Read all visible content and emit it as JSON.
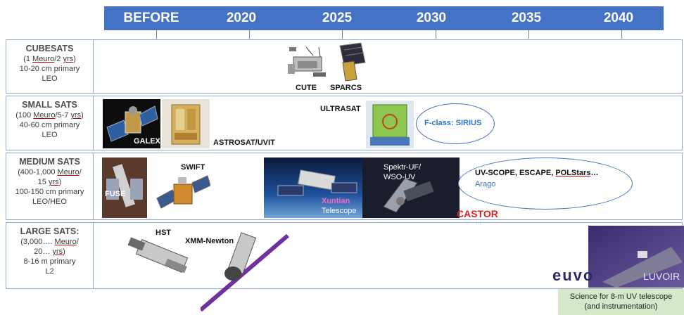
{
  "timeline": {
    "eras": [
      "BEFORE",
      "2020",
      "2025",
      "2030",
      "2035",
      "2040"
    ],
    "color": "#4472c4"
  },
  "rows": {
    "cubesats": {
      "title": "CUBESATS",
      "l1": "(1 ",
      "u1": "Meuro",
      "m1": "/2 ",
      "u2": "yrs",
      "e1": ")",
      "l2": "10-20 cm primary",
      "l3": "LEO"
    },
    "smallsats": {
      "title": "SMALL SATS",
      "l1": "(100 ",
      "u1": "Meuro",
      "m1": "/5-7 ",
      "u2": "yrs",
      "e1": ")",
      "l2": "40-60 cm primary",
      "l3": "LEO"
    },
    "mediumsats": {
      "title": "MEDIUM SATS",
      "l1a": "(400-1,000 ",
      "u1": "Meuro",
      "l1b": "/",
      "l2a": "15 ",
      "u2": "yrs",
      "l2b": ")",
      "l3": "100-150 cm primary",
      "l4": "LEO/HEO"
    },
    "largesats": {
      "title": "LARGE SATS:",
      "l1a": "(3,000…. ",
      "u1": "Meuro",
      "l1b": "/",
      "l2a": "20… ",
      "u2": "yrs",
      "l2b": ")",
      "l3": "8-16 m primary",
      "l4": "L2"
    }
  },
  "missions": {
    "cute": "CUTE",
    "sparcs": "SPARCS",
    "galex": "GALEX",
    "astrosat": "ASTROSAT/UVIT",
    "ultrasat": "ULTRASAT",
    "sirius": "F-class: SIRIUS",
    "fuse": "FUSE",
    "swift": "SWIFT",
    "xuntian1": "Xuntian",
    "xuntian2": "Telescope",
    "spektr1": "Spektr-UF/",
    "spektr2": "WSO-UV",
    "castor": "CASTOR",
    "medium_cloud_a": "UV-SCOPE, ESCAPE, ",
    "medium_cloud_u": "POLStars",
    "medium_cloud_b": "…",
    "arago": "Arago",
    "hst": "HST",
    "xmm": "XMM-Newton",
    "euvo": "euvo",
    "luvoir": "LUVOIR"
  },
  "science_note": {
    "line1": "Science for 8-m UV telescope",
    "line2": "(and instrumentation)"
  }
}
